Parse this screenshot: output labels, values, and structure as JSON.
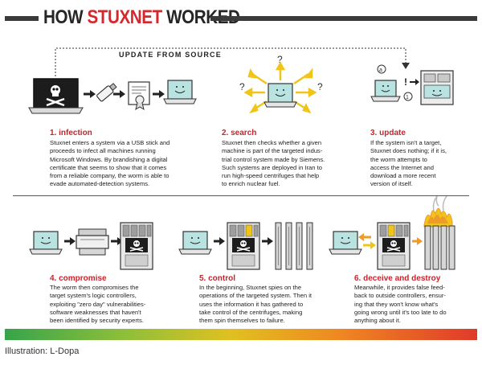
{
  "header": {
    "title_part1": "HOW ",
    "title_part2": "STUXNET",
    "title_part3": " WORKED"
  },
  "update_label": "UPDATE FROM SOURCE",
  "steps": [
    {
      "title": "1. infection",
      "lines": [
        "Stuxnet enters a system via a USB stick and",
        "proceeds to infect all machines running",
        "Microsoft Windows. By brandishing a digital",
        "certificate that seems to show that it comes",
        "from a reliable company, the worm is able to",
        "evade automated-detection systems."
      ]
    },
    {
      "title": "2. search",
      "lines": [
        "Stuxnet then checks whether a given",
        "machine is part of the targeted indus-",
        "trial control system made by Siemens.",
        "Such systems are deployed in Iran to",
        "run high-speed centrifuges that help",
        "to enrich nuclear fuel."
      ]
    },
    {
      "title": "3. update",
      "lines": [
        "If the system isn't a target,",
        "Stuxnet does nothing; if it is,",
        "the worm attempts to",
        "access the Internet and",
        "download a more recent",
        "version of itself."
      ]
    },
    {
      "title": "4. compromise",
      "lines": [
        "The worm then compromises the",
        "target system's logic controllers,",
        "exploiting \"zero day\" vulnerabilities-",
        "software weaknesses that haven't",
        "been identified by security experts."
      ]
    },
    {
      "title": "5. control",
      "lines": [
        "In the beginning, Stuxnet spies on the",
        "operations of the targeted system. Then it",
        "uses the information it has gathered to",
        "take control of the centrifuges, making",
        "them spin themselves to failure."
      ]
    },
    {
      "title": "6. deceive and destroy",
      "lines": [
        "Meanwhile, it provides false feed-",
        "back to outside controllers, ensur-",
        "ing that they won't know what's",
        "going wrong until it's too late to do",
        "anything about it."
      ]
    }
  ],
  "credit": "Illustration: L-Dopa",
  "colors": {
    "accent_red": "#d4282e",
    "screen_teal": "#b9e3e0",
    "arrow_yellow": "#f0c419",
    "arrow_orange": "#ef9b2a"
  },
  "icons": [
    "laptop-skull-icon",
    "usb-stick-icon",
    "certificate-icon",
    "laptop-smiley-icon",
    "question-mark-icon",
    "plc-controller-icon",
    "server-rack-icon",
    "centrifuge-icon",
    "printer-icon",
    "fire-icon"
  ]
}
